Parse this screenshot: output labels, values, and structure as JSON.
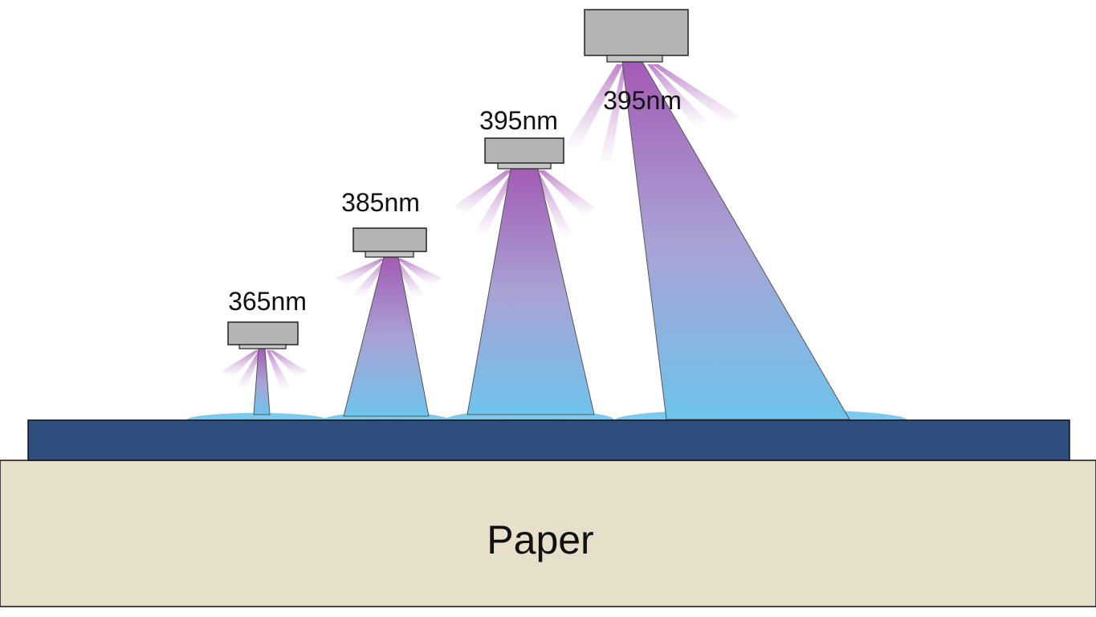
{
  "lamps": [
    {
      "label": "365nm"
    },
    {
      "label": "385nm"
    },
    {
      "label": "395nm"
    },
    {
      "label": "395nm"
    }
  ],
  "substrate": {
    "label": "Paper"
  },
  "colors": {
    "lamp_body": "#b4b4b4",
    "beam_top": "#a35bb5",
    "beam_bottom": "#6ec4ec",
    "ink_layer": "#2e4f7e",
    "paper": "#e6dfca",
    "puddle": "#3aa3dd"
  }
}
